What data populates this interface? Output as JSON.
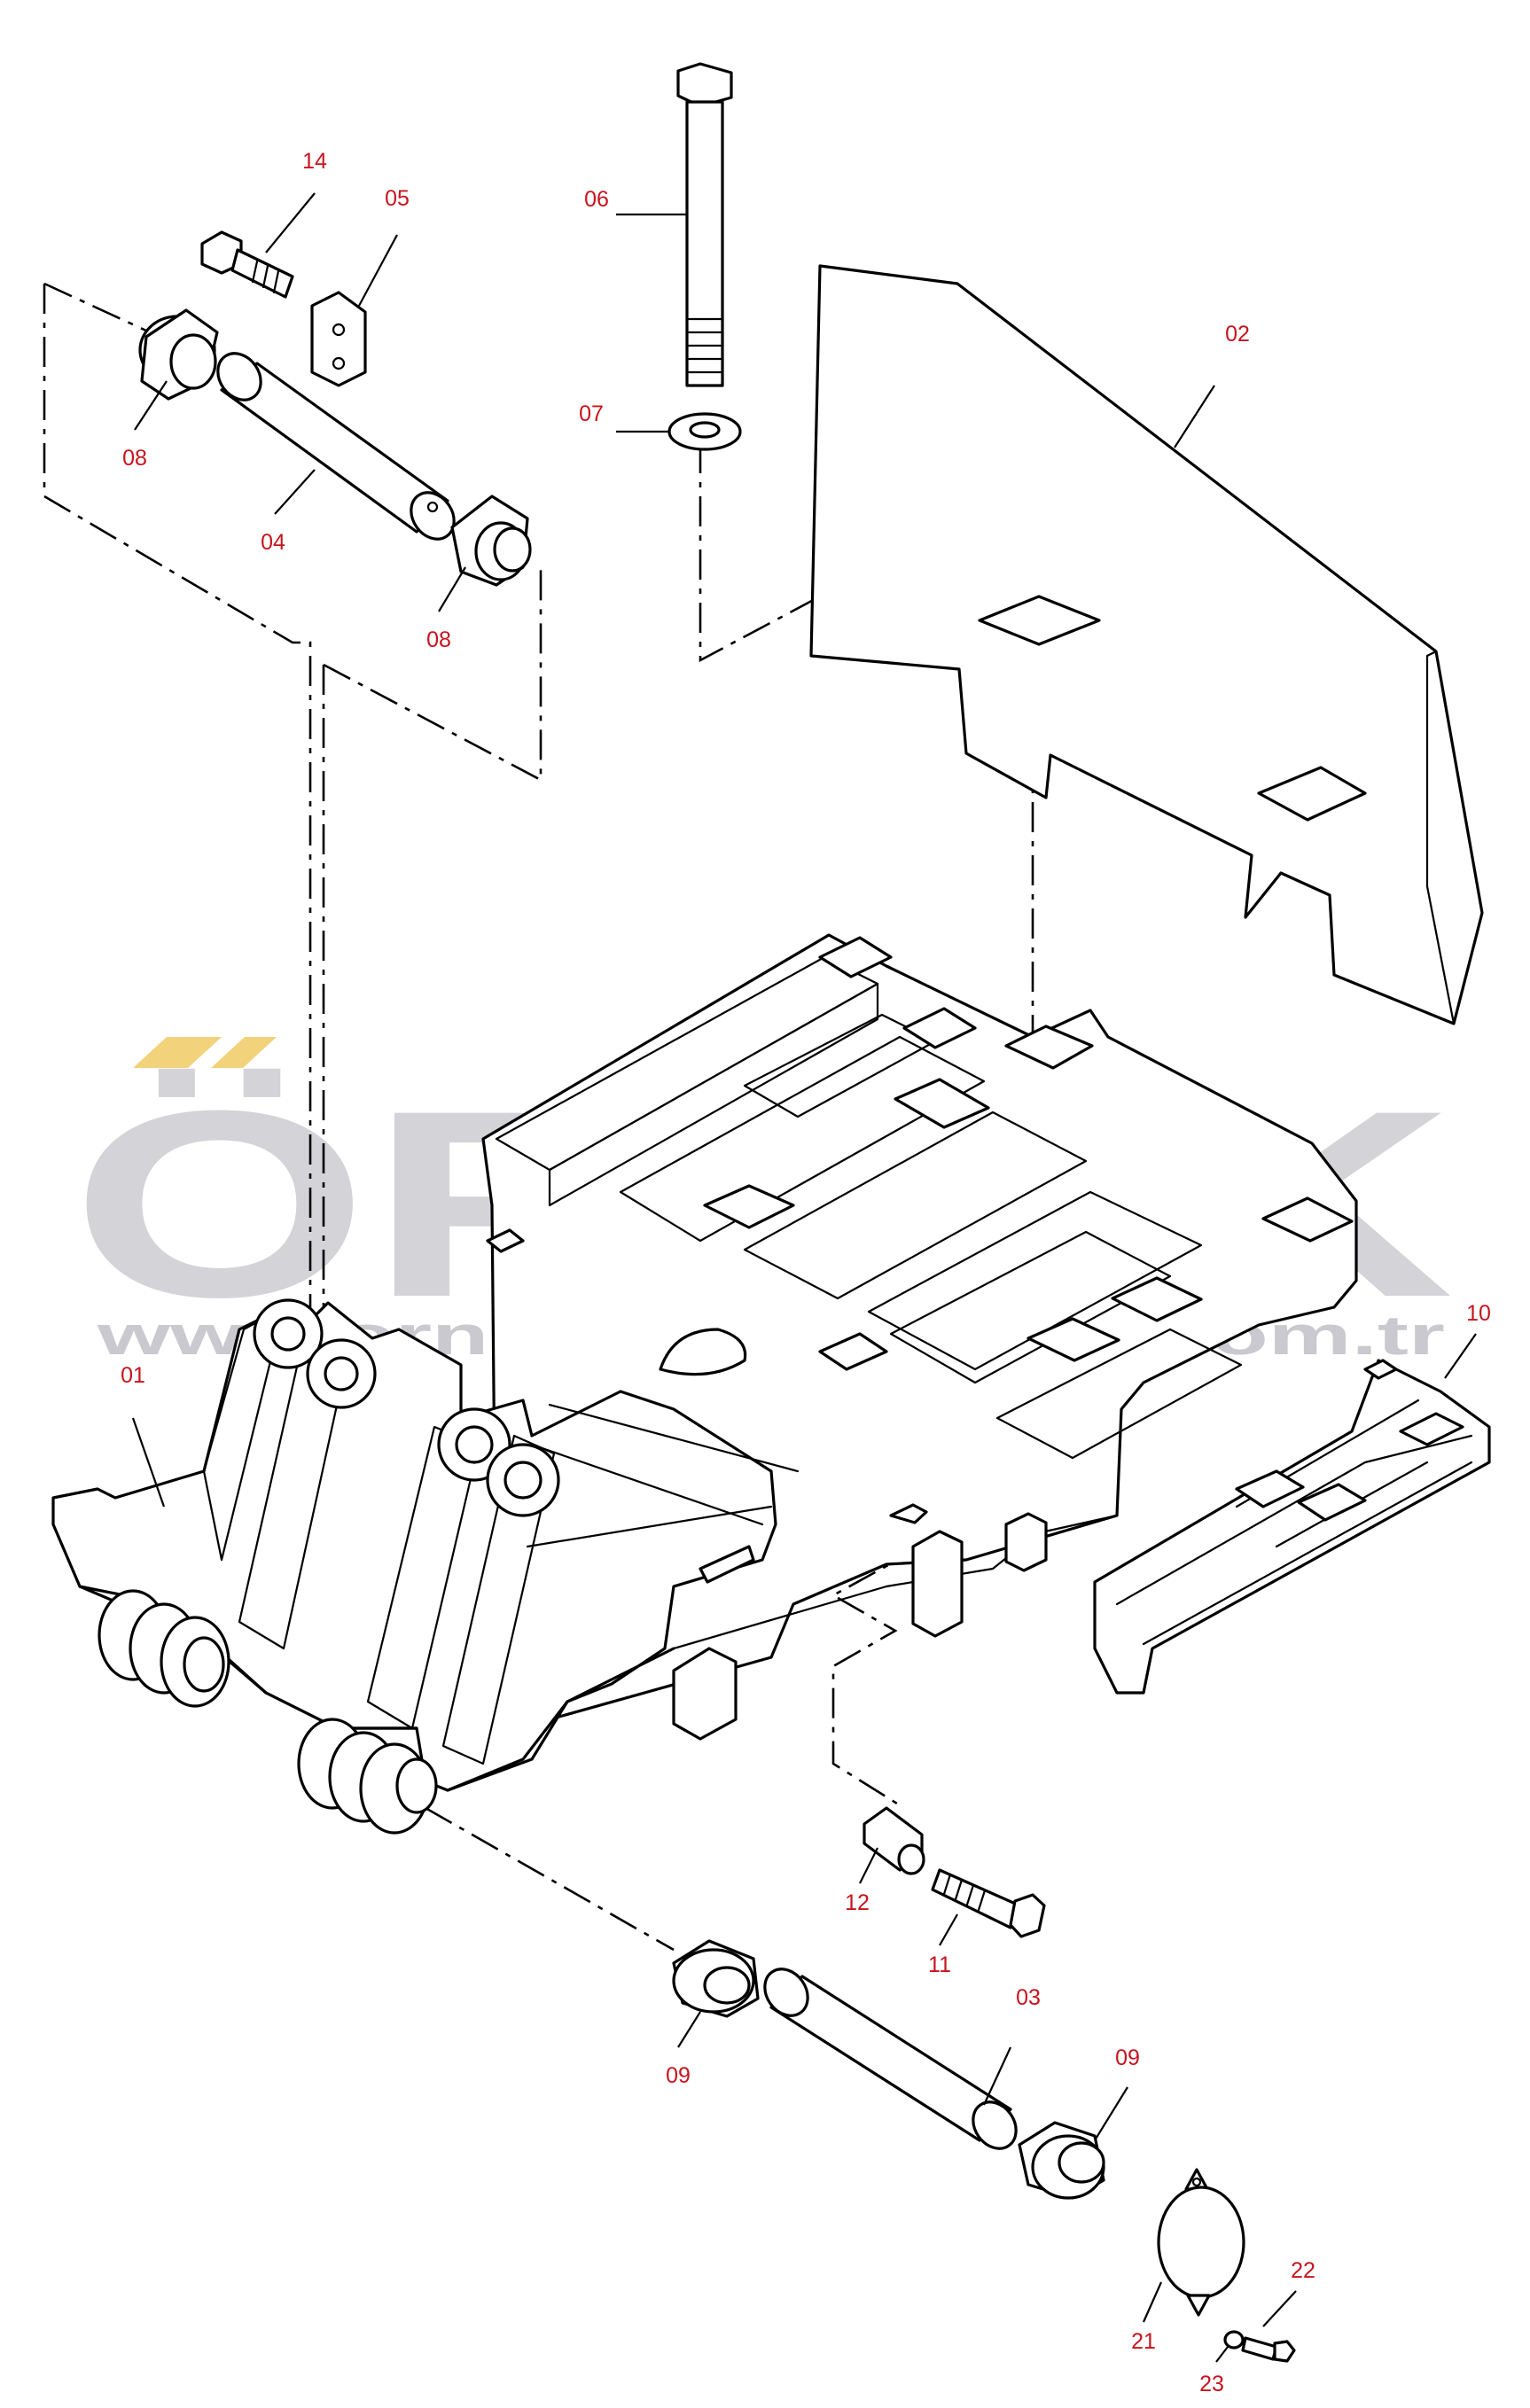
{
  "watermark": {
    "brand": "ÖRNEK",
    "url": "www.ornekismakinalari.com.tr",
    "accent_color": "#f2d27a",
    "text_color": "#d3d3d8"
  },
  "callout_color": "#c8141e",
  "callouts": [
    {
      "id": "c14",
      "text": "14"
    },
    {
      "id": "c05",
      "text": "05"
    },
    {
      "id": "c06",
      "text": "06"
    },
    {
      "id": "c02",
      "text": "02"
    },
    {
      "id": "c07",
      "text": "07"
    },
    {
      "id": "c08a",
      "text": "08"
    },
    {
      "id": "c04",
      "text": "04"
    },
    {
      "id": "c08b",
      "text": "08"
    },
    {
      "id": "c01",
      "text": "01"
    },
    {
      "id": "c10",
      "text": "10"
    },
    {
      "id": "c12",
      "text": "12"
    },
    {
      "id": "c11",
      "text": "11"
    },
    {
      "id": "c03",
      "text": "03"
    },
    {
      "id": "c09a",
      "text": "09"
    },
    {
      "id": "c09b",
      "text": "09"
    },
    {
      "id": "c22",
      "text": "22"
    },
    {
      "id": "c21",
      "text": "21"
    },
    {
      "id": "c23",
      "text": "23"
    }
  ]
}
